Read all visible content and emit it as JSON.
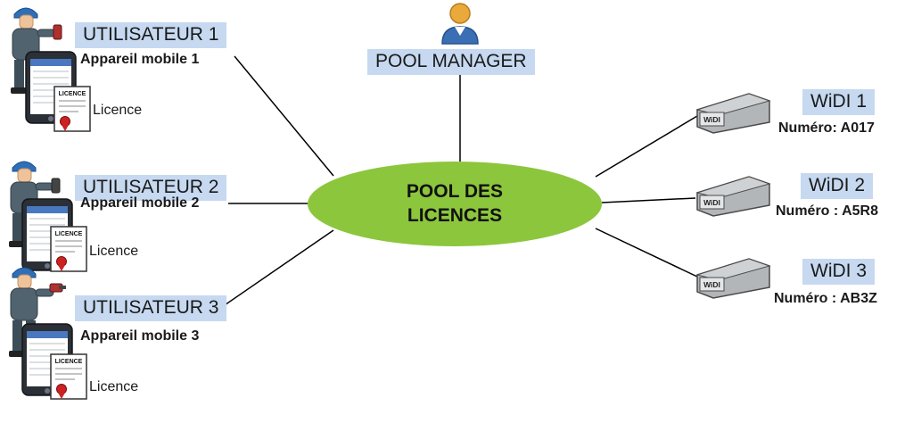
{
  "pool": {
    "line1": "POOL DES",
    "line2": "LICENCES"
  },
  "pool_manager": {
    "label": "POOL MANAGER"
  },
  "users": [
    {
      "title": "UTILISATEUR 1",
      "device": "Appareil mobile 1",
      "licence": "Licence"
    },
    {
      "title": "UTILISATEUR 2",
      "device": "Appareil mobile 2",
      "licence": "Licence"
    },
    {
      "title": "UTILISATEUR 3",
      "device": "Appareil mobile 3",
      "licence": "Licence"
    }
  ],
  "widis": [
    {
      "title": "WiDI 1",
      "number": "Numéro: A017"
    },
    {
      "title": "WiDI 2",
      "number": "Numéro : A5R8"
    },
    {
      "title": "WiDI 3",
      "number": "Numéro : AB3Z"
    }
  ],
  "licence_doc_label": "LICENCE",
  "widi_device_label": "WiDI",
  "colors": {
    "highlight": "#c6d9f0",
    "ellipse": "#8cc63c",
    "line": "#000000",
    "text": "#1a1a1a"
  }
}
